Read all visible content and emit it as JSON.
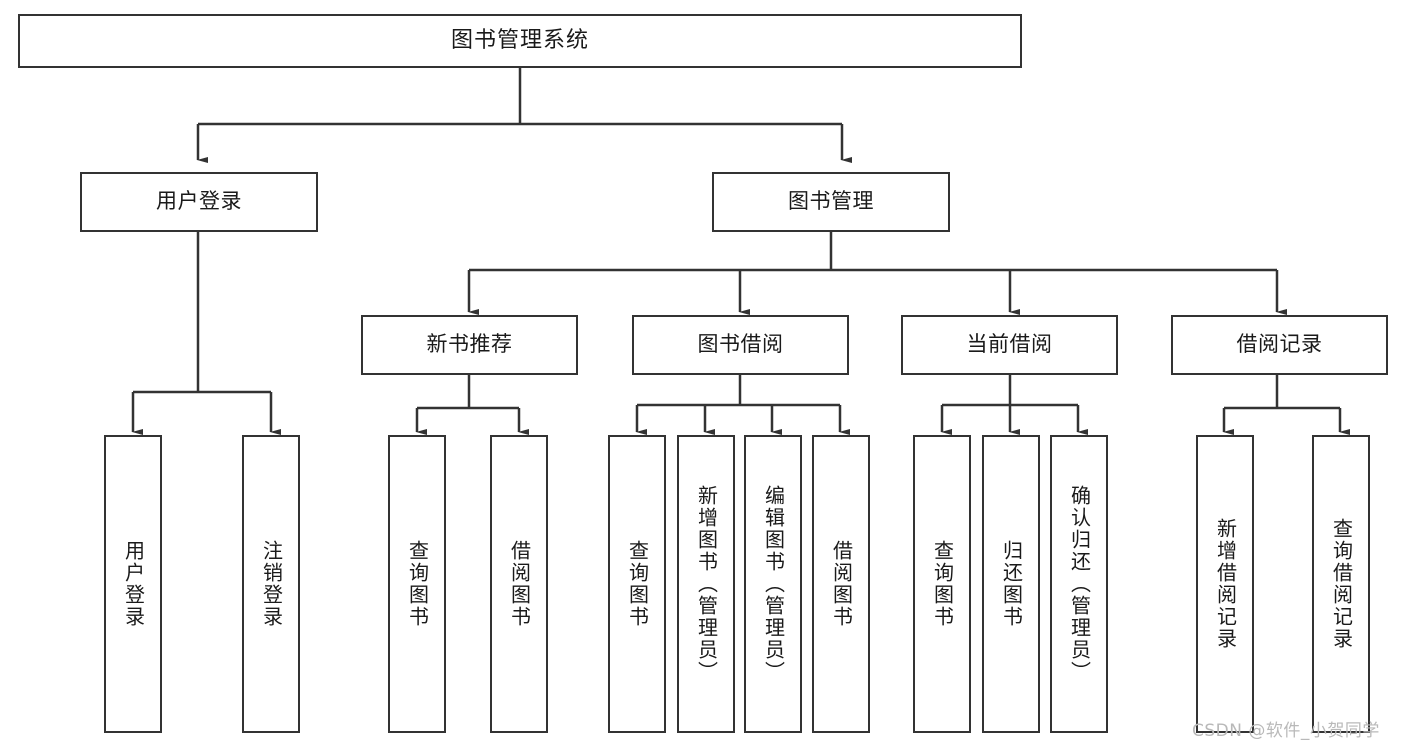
{
  "diagram": {
    "title": "图书管理系统",
    "type": "tree",
    "watermark": "CSDN @软件_小贺同学",
    "colors": {
      "stroke": "#333333",
      "fill": "#ffffff",
      "text": "#1a1a1a",
      "watermark": "#b9b9b9"
    },
    "nodes": {
      "root": {
        "label": "图书管理系统"
      },
      "level2": [
        {
          "id": "user-login",
          "label": "用户登录"
        },
        {
          "id": "book-management",
          "label": "图书管理"
        }
      ],
      "level3": [
        {
          "id": "new-book-recommend",
          "label": "新书推荐"
        },
        {
          "id": "book-borrow",
          "label": "图书借阅"
        },
        {
          "id": "current-borrow",
          "label": "当前借阅"
        },
        {
          "id": "borrow-record",
          "label": "借阅记录"
        }
      ],
      "leaves": {
        "user-login": [
          {
            "id": "leaf-user-login",
            "label": "用户登录"
          },
          {
            "id": "leaf-logout",
            "label": "注销登录"
          }
        ],
        "new-book-recommend": [
          {
            "id": "leaf-query-book-1",
            "label": "查询图书"
          },
          {
            "id": "leaf-borrow-book-1",
            "label": "借阅图书"
          }
        ],
        "book-borrow": [
          {
            "id": "leaf-query-book-2",
            "label": "查询图书"
          },
          {
            "id": "leaf-add-book",
            "label": "新增图书（管理员）"
          },
          {
            "id": "leaf-edit-book",
            "label": "编辑图书（管理员）"
          },
          {
            "id": "leaf-borrow-book-2",
            "label": "借阅图书"
          }
        ],
        "current-borrow": [
          {
            "id": "leaf-query-book-3",
            "label": "查询图书"
          },
          {
            "id": "leaf-return-book",
            "label": "归还图书"
          },
          {
            "id": "leaf-confirm-return",
            "label": "确认归还（管理员）"
          }
        ],
        "borrow-record": [
          {
            "id": "leaf-add-record",
            "label": "新增借阅记录"
          },
          {
            "id": "leaf-query-record",
            "label": "查询借阅记录"
          }
        ]
      }
    }
  }
}
